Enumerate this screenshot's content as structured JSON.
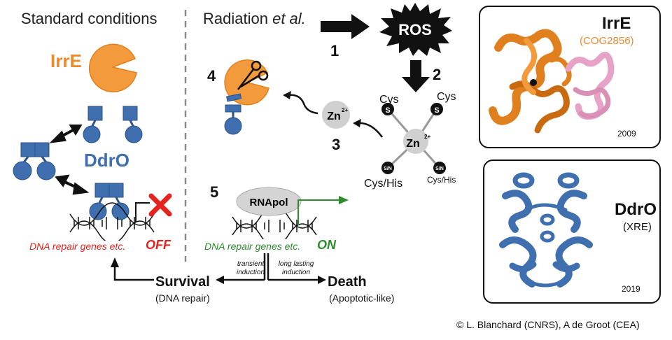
{
  "left_panel": {
    "title": "Standard conditions",
    "irre_label": "IrrE",
    "ddro_label": "DdrO",
    "dna_text": "DNA repair genes etc.",
    "state": "OFF"
  },
  "right_panel": {
    "title_prefix": "Radiation ",
    "title_italic": "et al.",
    "ros_label": "ROS",
    "steps": [
      "1",
      "2",
      "3",
      "4",
      "5"
    ],
    "zinc_label": "Zn",
    "zinc_charge": "2+",
    "cys_labels": [
      "Cys",
      "Cys",
      "Cys/His",
      "Cys/His"
    ],
    "ligand_s": "S",
    "ligand_sn": "S/N",
    "rnapol_label": "RNApol",
    "dna_text": "DNA repair genes etc.",
    "state": "ON"
  },
  "outcomes": {
    "transient_line1": "transient",
    "transient_line2": "induction",
    "long_line1": "long lasting",
    "long_line2": "induction",
    "survival": "Survival",
    "survival_sub": "(DNA repair)",
    "death": "Death",
    "death_sub": "(Apoptotic-like)"
  },
  "structures": {
    "irre": {
      "title": "IrrE",
      "subtitle": "(COG2856)",
      "year": "2009"
    },
    "ddro": {
      "title": "DdrO",
      "subtitle": "(XRE)",
      "year": "2019"
    }
  },
  "copyright": "© L. Blanchard (CNRS), A de Groot (CEA)",
  "colors": {
    "irre_orange": "#ee8a2c",
    "ddro_blue": "#3f6faf",
    "off_red": "#e4231f",
    "on_green": "#2e8b2e",
    "irre_pink": "#e6a3c6"
  }
}
